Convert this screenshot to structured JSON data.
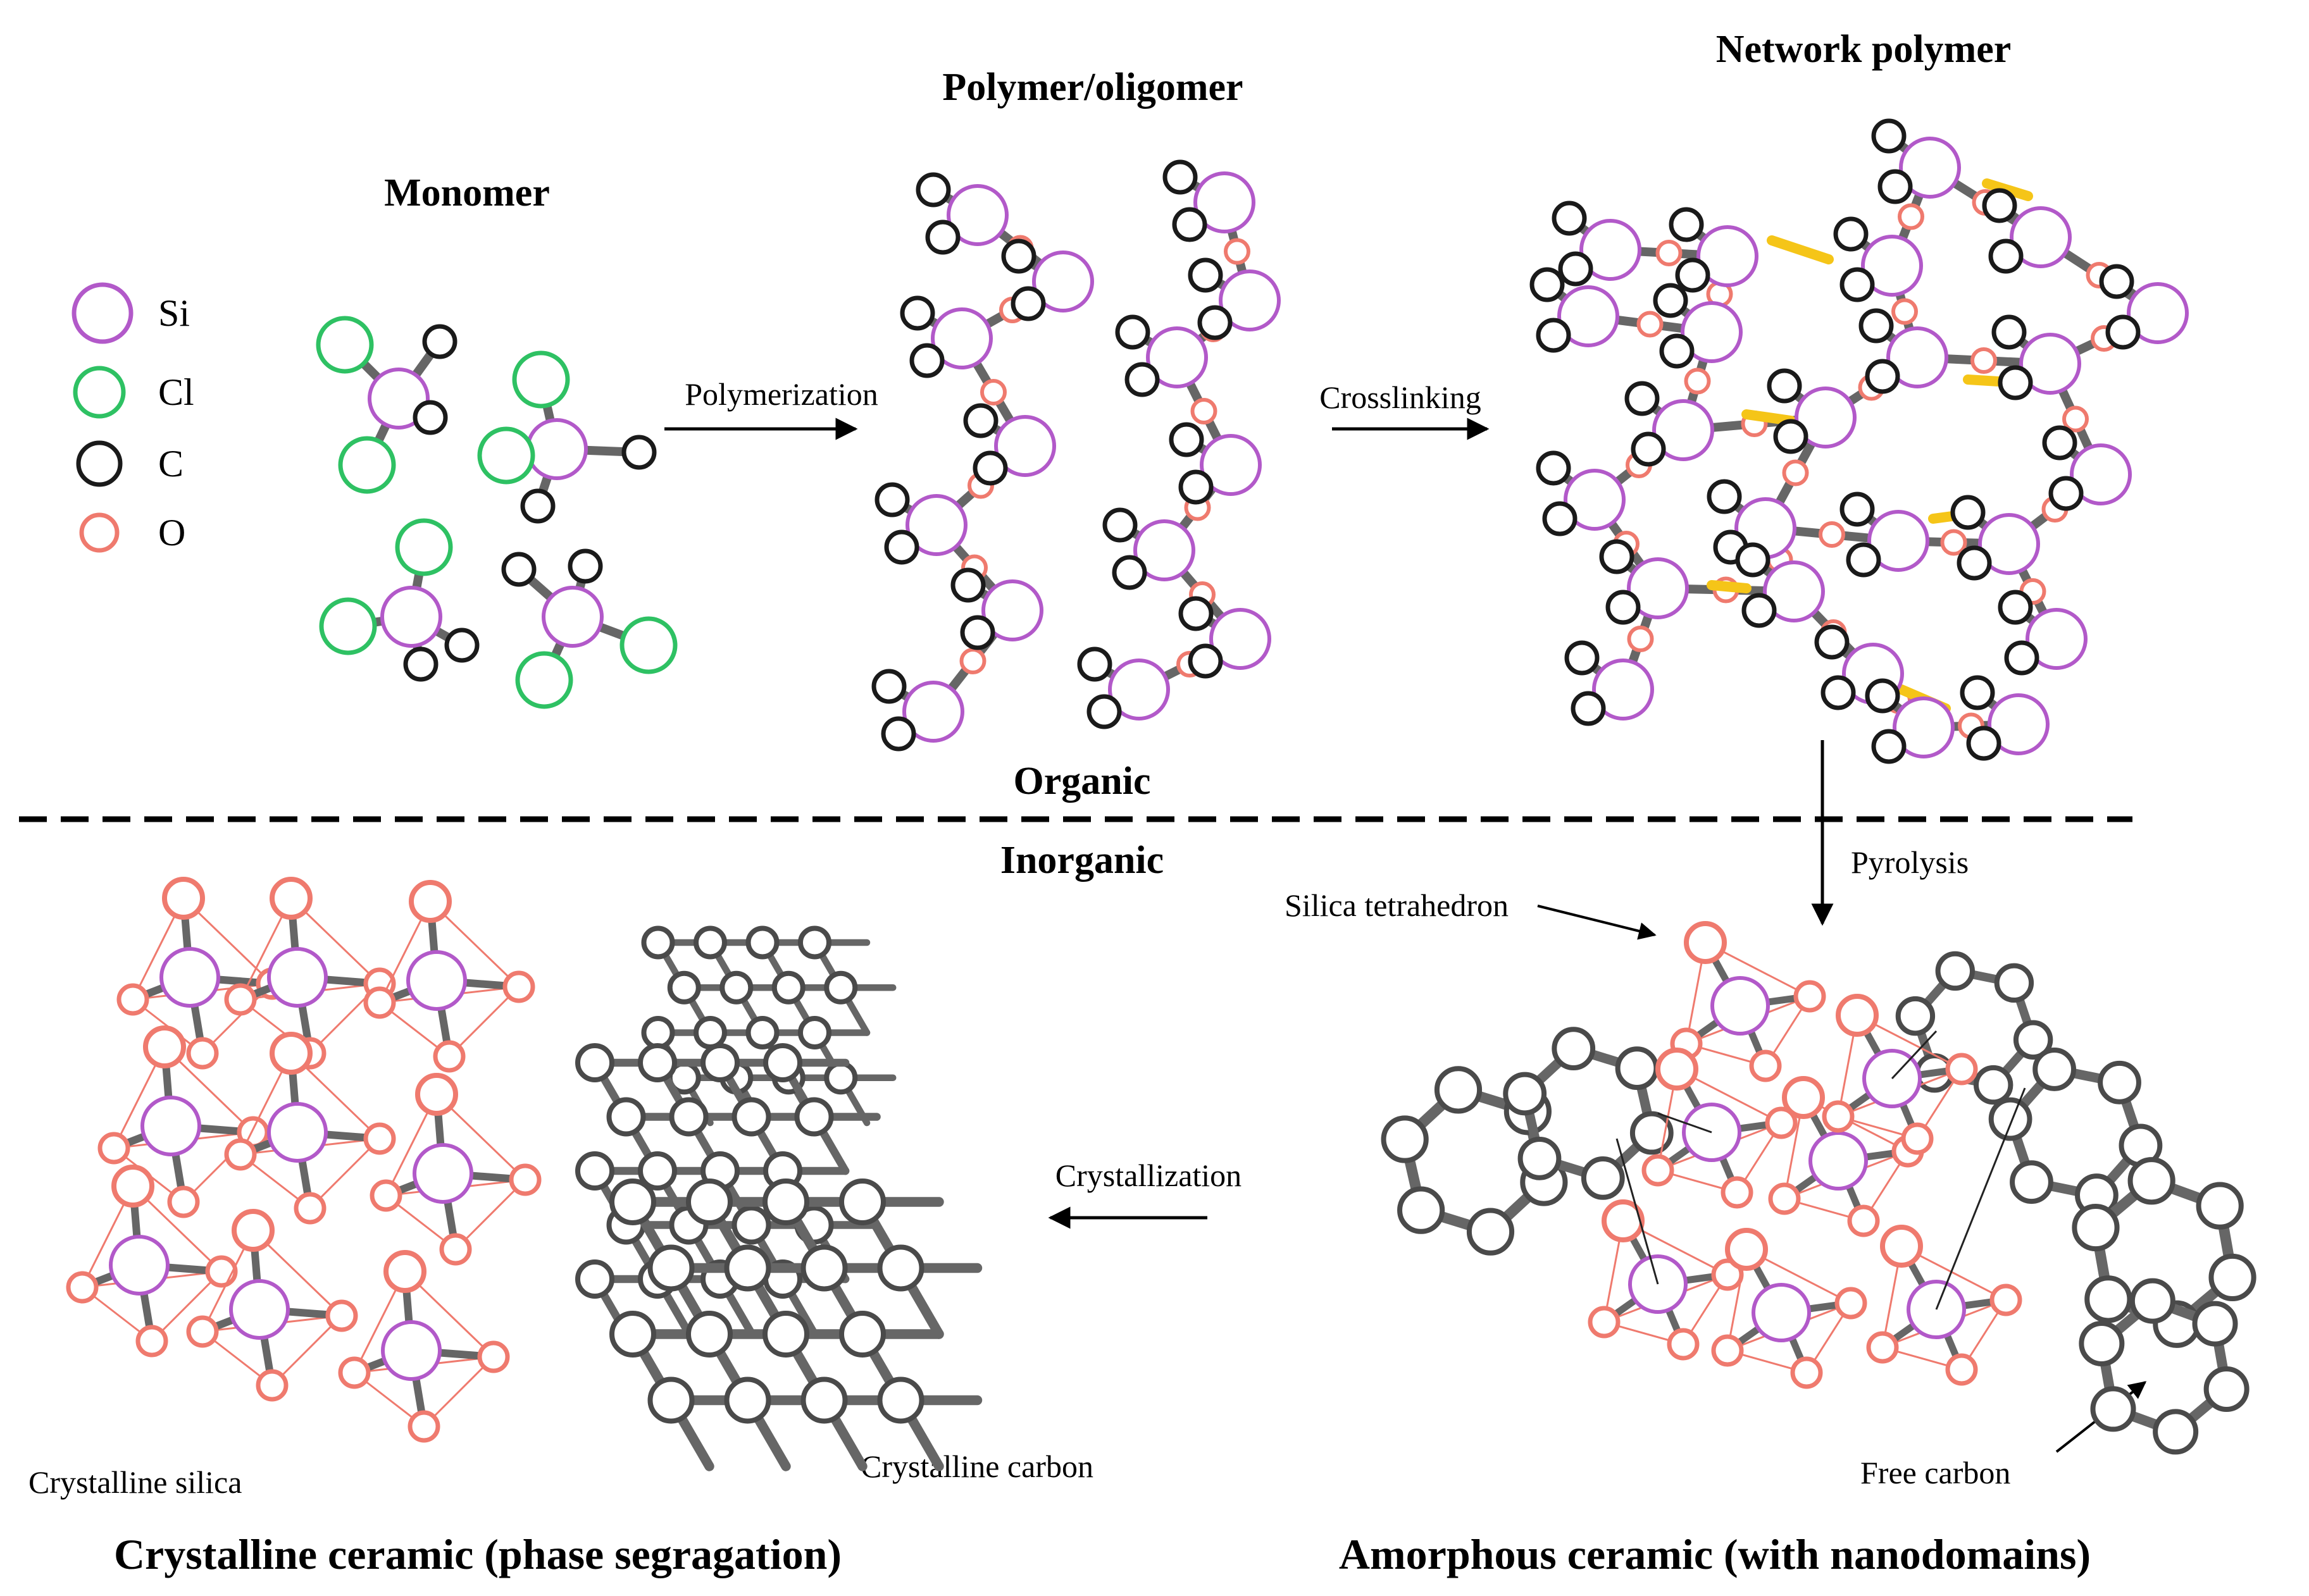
{
  "legend": {
    "items": [
      {
        "symbol": "Si",
        "color": "#b259c9"
      },
      {
        "symbol": "Cl",
        "color": "#2ec163"
      },
      {
        "symbol": "C",
        "color": "#1a1a1a"
      },
      {
        "symbol": "O",
        "color": "#ef7a6e"
      }
    ]
  },
  "stages": {
    "monomer": "Monomer",
    "polymer": "Polymer/oligomer",
    "network": "Network polymer",
    "amorphous": "Amorphous ceramic (with nanodomains)",
    "crystalline": "Crystalline ceramic (phase segragation)"
  },
  "processes": {
    "polymerization": "Polymerization",
    "crosslinking": "Crosslinking",
    "pyrolysis": "Pyrolysis",
    "crystallization": "Crystallization"
  },
  "regions": {
    "organic": "Organic",
    "inorganic": "Inorganic"
  },
  "annotations": {
    "silica_tetrahedron": "Silica tetrahedron",
    "free_carbon": "Free carbon",
    "crystalline_silica": "Crystalline silica",
    "crystalline_carbon": "Crystalline carbon"
  },
  "colors": {
    "si": "#b259c9",
    "cl": "#2ec163",
    "c": "#1a1a1a",
    "c_gray": "#4a4a4a",
    "o": "#ef7a6e",
    "bond": "#666666",
    "crosslink": "#f5c518"
  }
}
